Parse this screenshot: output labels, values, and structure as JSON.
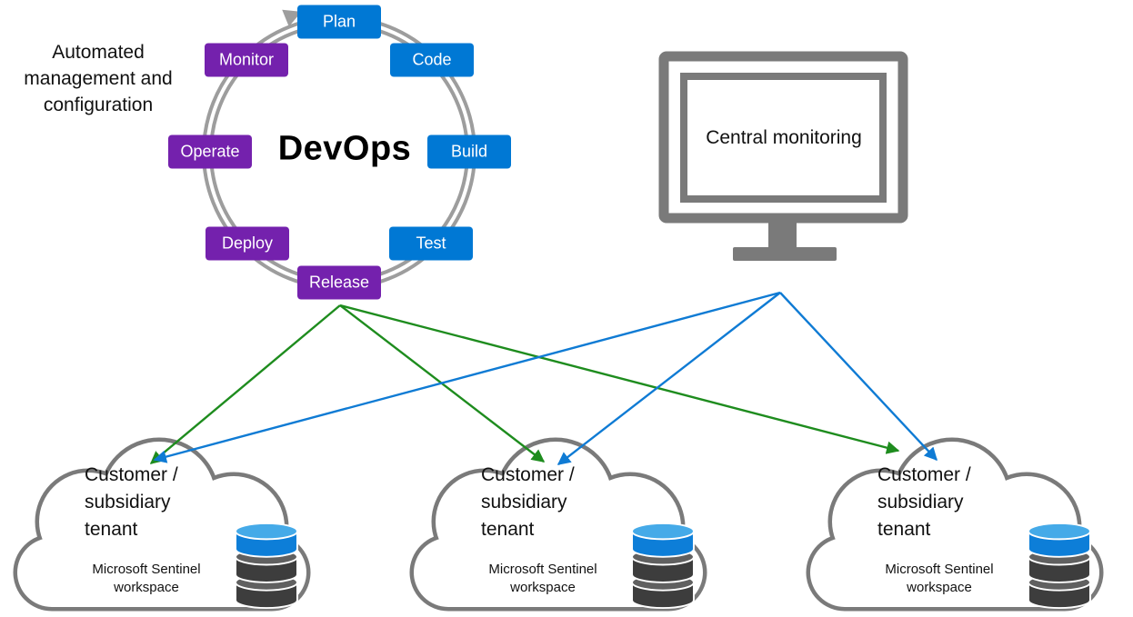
{
  "colors": {
    "stage_blue": "#0078d4",
    "stage_purple": "#7421ad",
    "outline_gray": "#7a7a7a",
    "ring_gray": "#9d9d9d",
    "arrow_green": "#1e8c1e",
    "arrow_blue": "#0f7bd4",
    "db_blue_body": "#0d7ed8",
    "db_blue_top": "#45aae8",
    "db_dark_body": "#3d3d3d",
    "db_dark_top": "#606060"
  },
  "devops": {
    "side_label": "Automated\nmanagement and\nconfiguration",
    "center_label": "DevOps",
    "stages": [
      {
        "label": "Plan",
        "color": "blue"
      },
      {
        "label": "Code",
        "color": "blue"
      },
      {
        "label": "Build",
        "color": "blue"
      },
      {
        "label": "Test",
        "color": "blue"
      },
      {
        "label": "Release",
        "color": "purple"
      },
      {
        "label": "Deploy",
        "color": "purple"
      },
      {
        "label": "Operate",
        "color": "purple"
      },
      {
        "label": "Monitor",
        "color": "purple"
      }
    ]
  },
  "monitor": {
    "label": "Central monitoring"
  },
  "clouds": [
    {
      "title": "Customer /\nsubsidiary\ntenant",
      "subtitle": "Microsoft Sentinel\nworkspace"
    },
    {
      "title": "Customer /\nsubsidiary\ntenant",
      "subtitle": "Microsoft Sentinel\nworkspace"
    },
    {
      "title": "Customer /\nsubsidiary\ntenant",
      "subtitle": "Microsoft Sentinel\nworkspace"
    }
  ]
}
